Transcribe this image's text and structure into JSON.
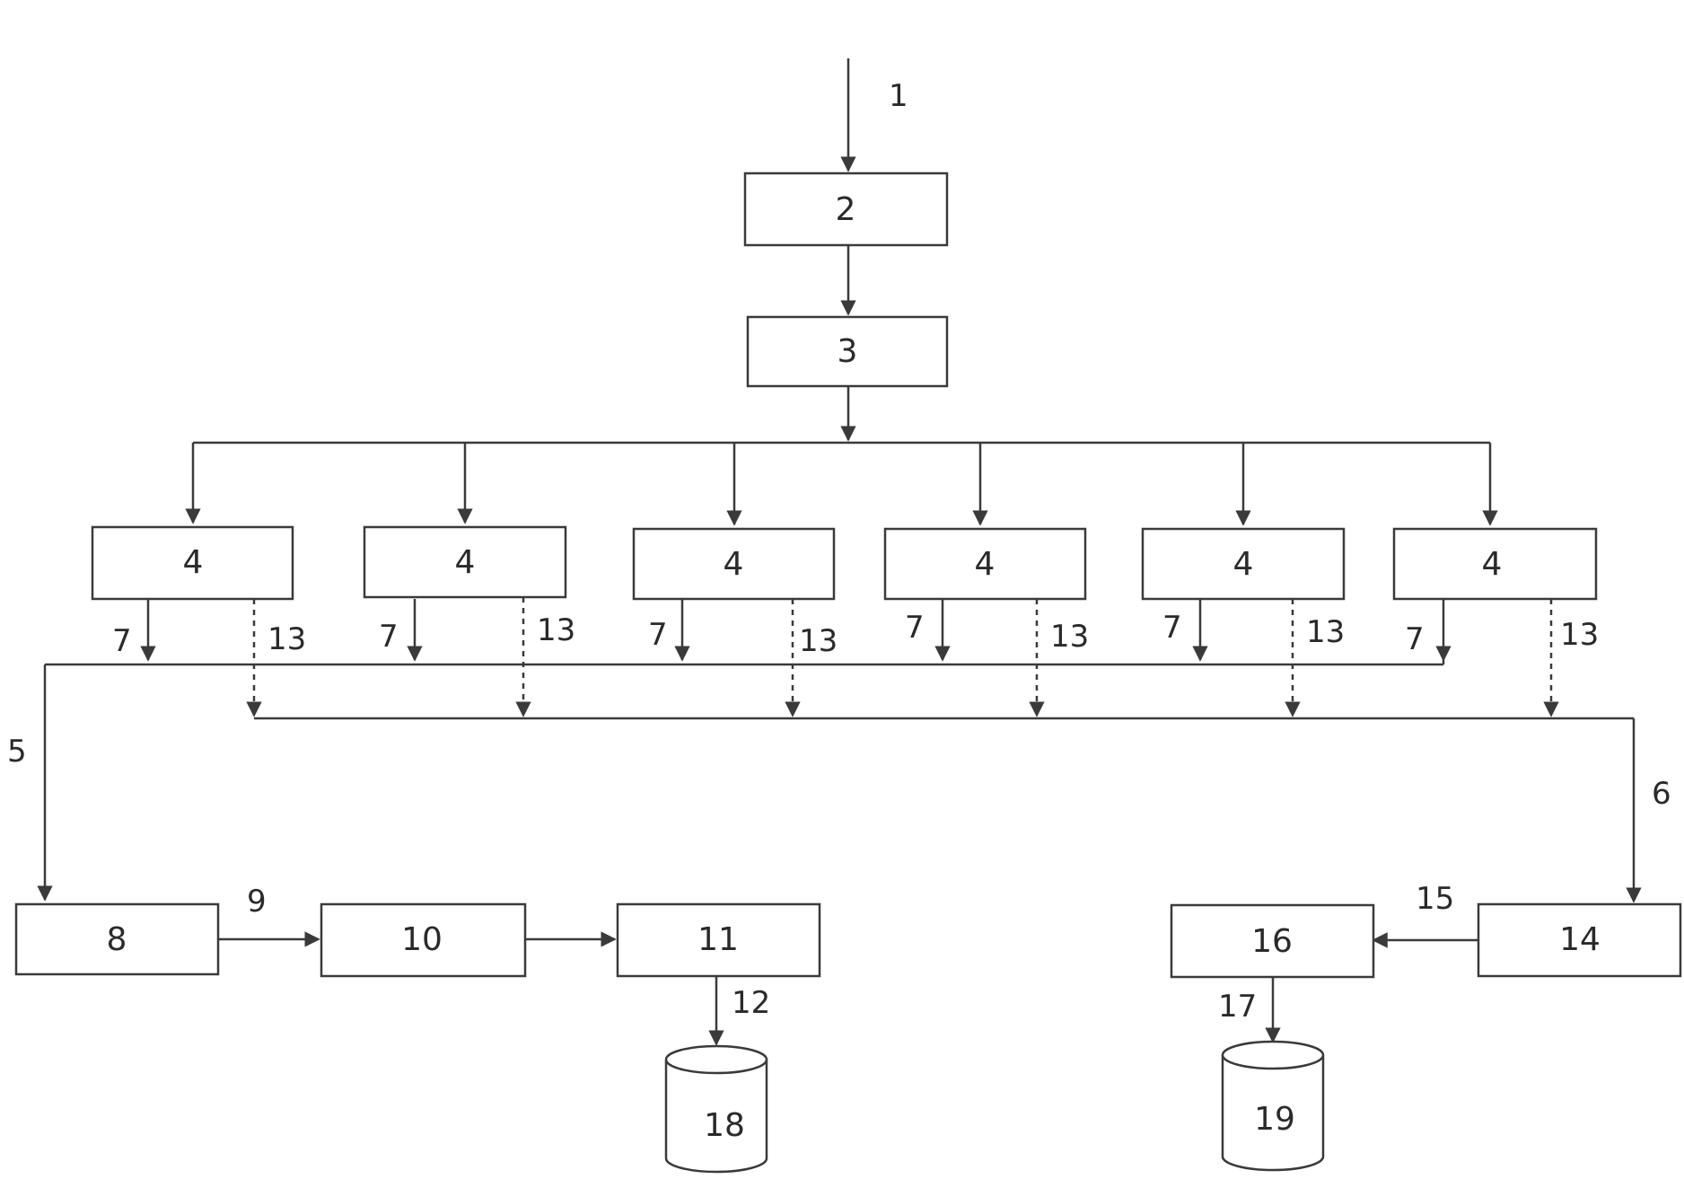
{
  "blocks": {
    "b2": "2",
    "b3": "3",
    "b4": "4",
    "b8": "8",
    "b10": "10",
    "b11": "11",
    "b14": "14",
    "b16": "16",
    "s18": "18",
    "s19": "19"
  },
  "labels": {
    "l1": "1",
    "l5": "5",
    "l6": "6",
    "l7": "7",
    "l9": "9",
    "l12": "12",
    "l13": "13",
    "l15": "15",
    "l17": "17"
  },
  "colors": {
    "stroke": "#3a3a3a",
    "text": "#2a2a2a",
    "background": "#ffffff"
  }
}
